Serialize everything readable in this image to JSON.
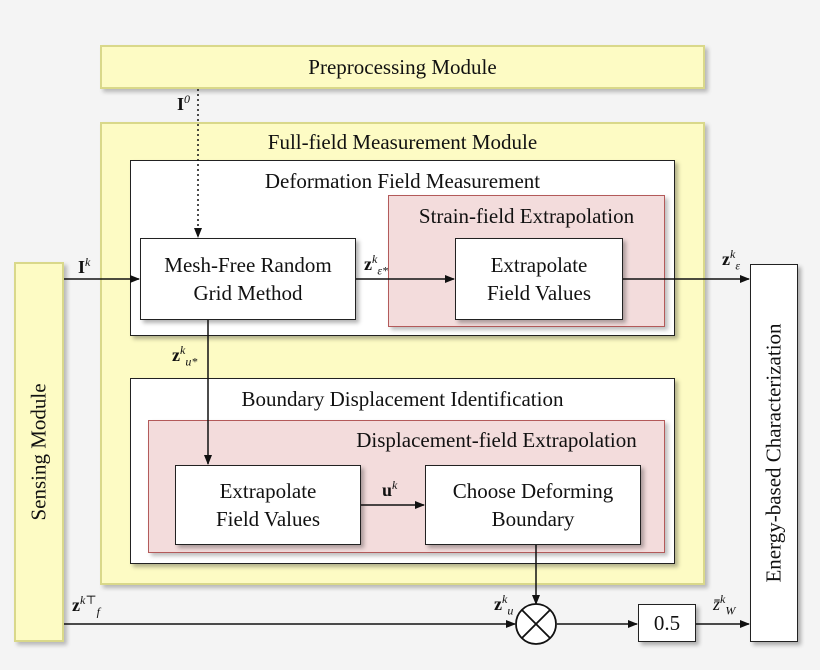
{
  "modules": {
    "preprocessing": "Preprocessing Module",
    "sensing": "Sensing Module",
    "full_field": "Full-field Measurement Module",
    "deformation": "Deformation Field Measurement",
    "strain_extrap": "Strain-field Extrapolation",
    "boundary": "Boundary Displacement Identification",
    "disp_extrap": "Displacement-field Extrapolation",
    "energy": "Energy-based Characterization"
  },
  "blocks": {
    "mesh_free_line1": "Mesh-Free Random",
    "mesh_free_line2": "Grid Method",
    "extrap_strain_line1": "Extrapolate",
    "extrap_strain_line2": "Field Values",
    "extrap_disp_line1": "Extrapolate",
    "extrap_disp_line2": "Field Values",
    "choose_line1": "Choose Deforming",
    "choose_line2": "Boundary",
    "gain": "0.5"
  },
  "signals": {
    "I0_base": "I",
    "I0_sup": "0",
    "Ik_base": "I",
    "Ik_sup": "k",
    "zeps_star_base": "z",
    "zeps_star_sup": "k",
    "zeps_star_sub": "ε*",
    "zeps_base": "z",
    "zeps_sup": "k",
    "zeps_sub": "ε",
    "zu_star_base": "z",
    "zu_star_sup": "k",
    "zu_star_sub": "u*",
    "uk_base": "u",
    "uk_sup": "k",
    "zu_base": "z",
    "zu_sup": "k",
    "zu_sub": "u",
    "zf_base": "z",
    "zf_sup": "k⊤",
    "zf_sub": "f",
    "zW_base": "z̄",
    "zW_sup": "k",
    "zW_sub": "W"
  }
}
